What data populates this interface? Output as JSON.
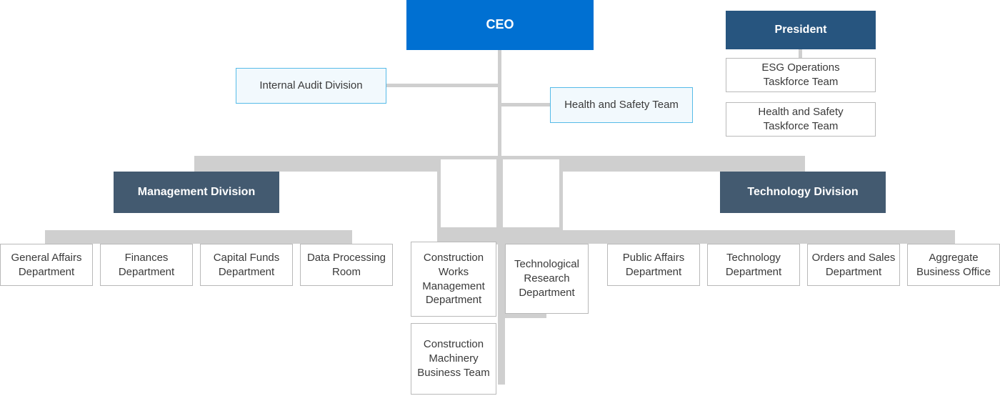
{
  "diagram": {
    "title": "Organization Chart",
    "colors": {
      "ceo_bg": "#0070d2",
      "president_bg": "#27557f",
      "division_bg": "#435a70",
      "staff_border": "#56bbe8",
      "staff_bg": "#f2f9fd",
      "plain_border": "#b9b9b9",
      "connector": "#cfcfcf",
      "text_dark": "#3a3a3a",
      "text_light": "#ffffff"
    }
  },
  "nodes": {
    "ceo": {
      "label": "CEO"
    },
    "president": {
      "label": "President"
    },
    "internal_audit": {
      "label": "Internal Audit Division"
    },
    "health_safety_team": {
      "label": "Health and Safety Team"
    },
    "esg_taskforce": {
      "label": "ESG Operations\nTaskforce Team"
    },
    "health_safety_taskforce": {
      "label": "Health and Safety\nTaskforce Team"
    },
    "management_division": {
      "label": "Management Division"
    },
    "technology_division": {
      "label": "Technology Division"
    },
    "general_affairs": {
      "label": "General Affairs\nDepartment"
    },
    "finances": {
      "label": "Finances\nDepartment"
    },
    "capital_funds": {
      "label": "Capital Funds\nDepartment"
    },
    "data_processing": {
      "label": "Data Processing\nRoom"
    },
    "construction_works": {
      "label": "Construction\nWorks\nManagement\nDepartment"
    },
    "construction_machinery": {
      "label": "Construction\nMachinery\nBusiness Team"
    },
    "technological_research": {
      "label": "Technological\nResearch\nDepartment"
    },
    "public_affairs": {
      "label": "Public Affairs\nDepartment"
    },
    "technology_department": {
      "label": "Technology\nDepartment"
    },
    "orders_sales": {
      "label": "Orders and Sales\nDepartment"
    },
    "aggregate_business": {
      "label": "Aggregate\nBusiness Office"
    }
  },
  "hierarchy": {
    "root": "ceo",
    "independent_root": "president",
    "ceo_staff": [
      "internal_audit",
      "health_safety_team"
    ],
    "president_children": [
      "esg_taskforce",
      "health_safety_taskforce"
    ],
    "ceo_divisions": [
      "management_division",
      "technology_division"
    ],
    "management_division_children": [
      "general_affairs",
      "finances",
      "capital_funds",
      "data_processing",
      "construction_works",
      "technological_research"
    ],
    "construction_works_children": [
      "construction_machinery"
    ],
    "technology_division_children": [
      "public_affairs",
      "technology_department",
      "orders_sales",
      "aggregate_business"
    ]
  }
}
